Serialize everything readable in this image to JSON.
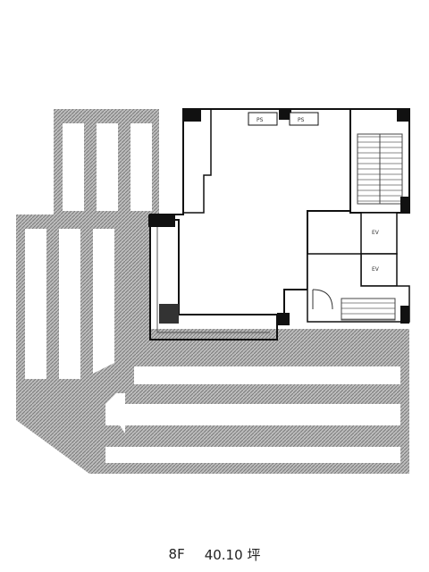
{
  "plan": {
    "labels": {
      "ps1": "PS",
      "ps2": "PS",
      "ev1": "EV",
      "ev2": "EV"
    }
  },
  "caption": {
    "floor": "8F",
    "area_value": "40.10",
    "area_unit": "坪"
  }
}
